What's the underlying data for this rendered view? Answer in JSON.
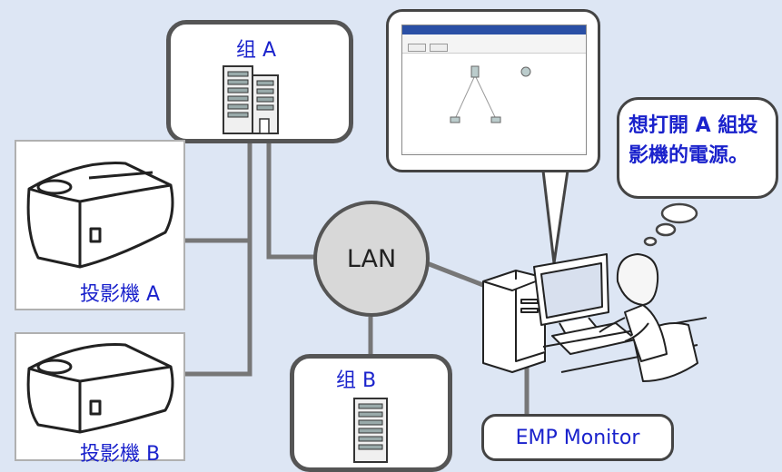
{
  "group_a": {
    "label": "组 A"
  },
  "group_b": {
    "label": "组 B"
  },
  "lan": {
    "label": "LAN"
  },
  "projector_a": {
    "label": "投影機 A"
  },
  "projector_b": {
    "label": "投影機 B"
  },
  "thought": {
    "line1": "想打開 A 組投",
    "line2": "影機的電源。"
  },
  "emp_monitor": {
    "label": "EMP Monitor"
  },
  "colors": {
    "label_blue": "#1a22cc",
    "line_gray": "#777777",
    "background": "#dde6f4"
  }
}
